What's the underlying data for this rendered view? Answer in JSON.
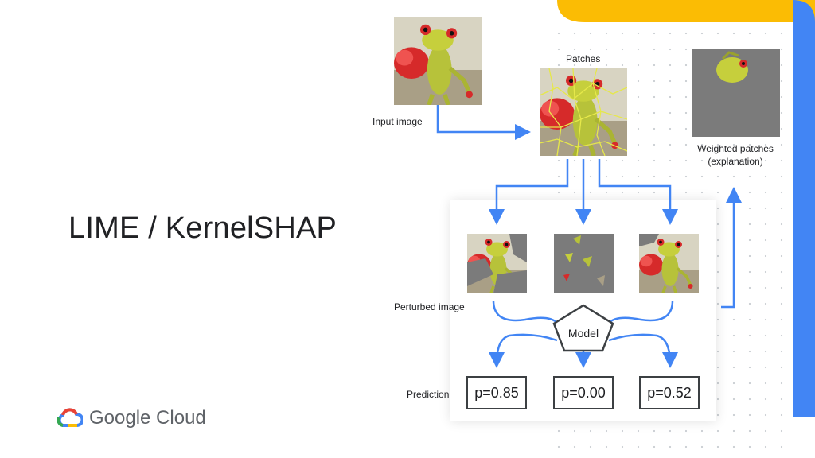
{
  "slide": {
    "title": "LIME / KernelSHAP",
    "brand": "Google Cloud"
  },
  "diagram": {
    "input_label": "Input image",
    "patches_label": "Patches",
    "weighted_label_line1": "Weighted patches",
    "weighted_label_line2": "(explanation)",
    "perturbed_label": "Perturbed image",
    "model_label": "Model",
    "prediction_label": "Prediction",
    "predictions": [
      "p=0.85",
      "p=0.00",
      "p=0.52"
    ]
  },
  "colors": {
    "accent_blue": "#4285f4",
    "accent_yellow": "#fbbc04",
    "frog_green": "#b7c23a",
    "heart_red": "#d62a2a",
    "mask_gray": "#808080"
  }
}
